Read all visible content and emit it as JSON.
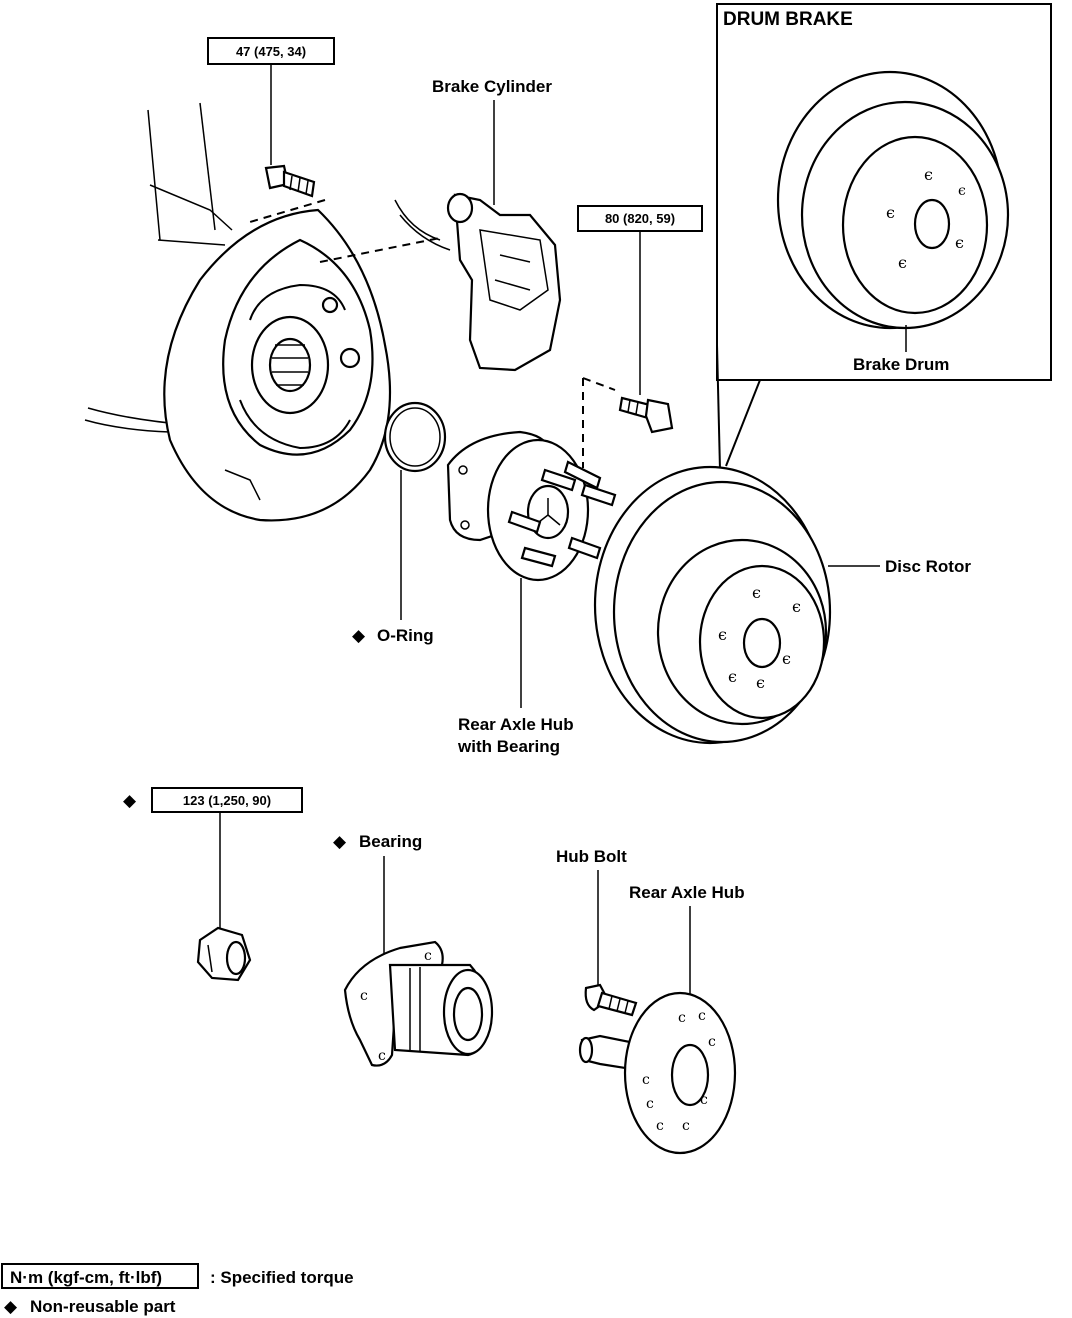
{
  "labels": {
    "brake_cylinder": "Brake Cylinder",
    "drum_brake": "DRUM BRAKE",
    "brake_drum": "Brake Drum",
    "disc_rotor": "Disc Rotor",
    "o_ring": "O-Ring",
    "rear_axle_hub_bearing_1": "Rear Axle Hub",
    "rear_axle_hub_bearing_2": "with Bearing",
    "bearing": "Bearing",
    "hub_bolt": "Hub Bolt",
    "rear_axle_hub": "Rear Axle Hub"
  },
  "torque": {
    "backing_plate_bolt": "47 (475, 34)",
    "hub_bolt_80": "80 (820, 59)",
    "nut_123": "123 (1,250, 90)"
  },
  "legend": {
    "torque_box": "N·m (kgf-cm, ft·lbf)",
    "torque_desc": ":  Specified torque",
    "nonreusable_desc": "Non-reusable part"
  },
  "symbols": {
    "nonreusable": "◆"
  }
}
